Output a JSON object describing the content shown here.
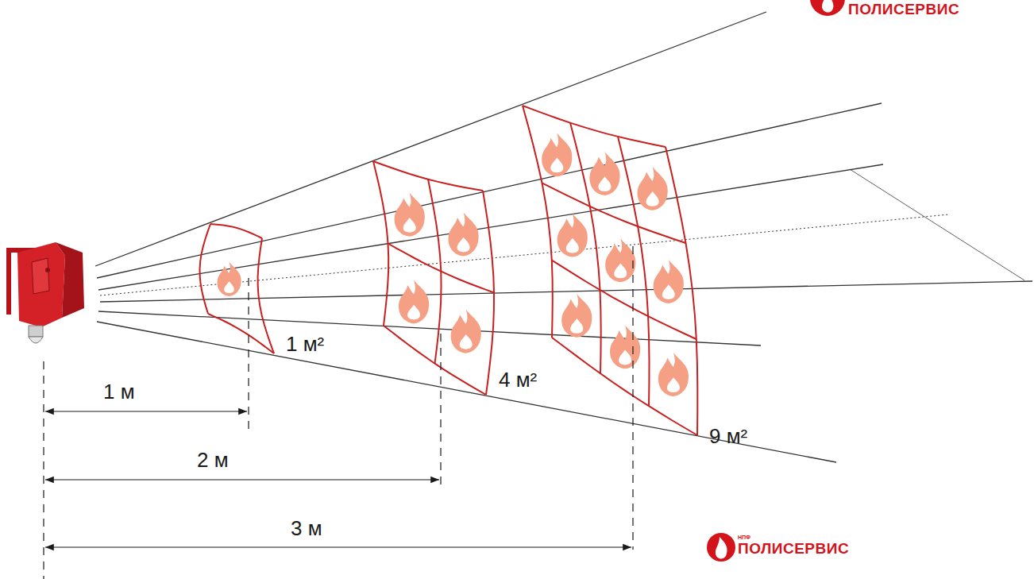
{
  "diagram": {
    "labels": [
      "ПОЛИСЕРВИС",
      "1 м²",
      "4 м²",
      "9 м²",
      "1 м",
      "2 м",
      "3 м",
      "НПФ",
      "ПОЛИСЕРВИС"
    ]
  }
}
